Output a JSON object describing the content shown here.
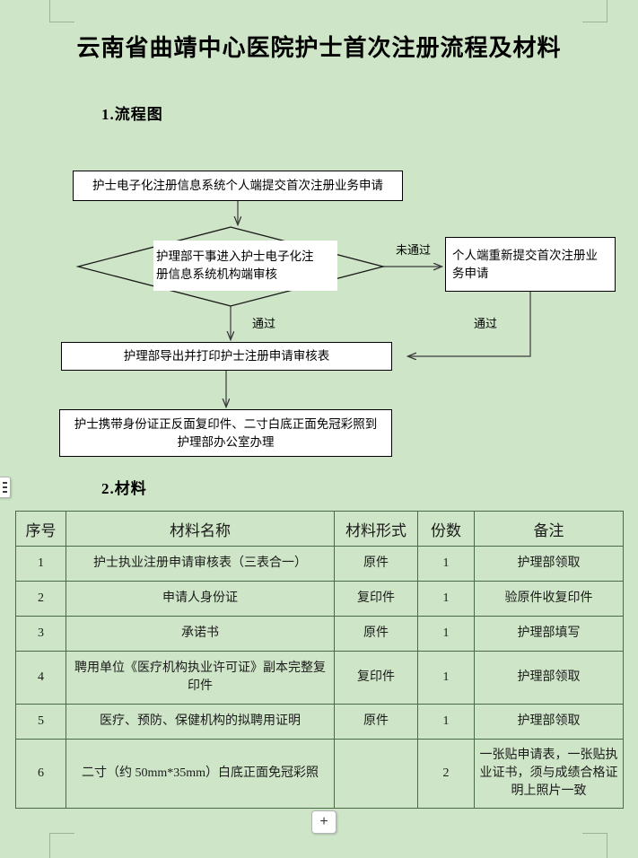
{
  "document": {
    "title": "云南省曲靖中心医院护士首次注册流程及材料",
    "background_color": "#cee5c7",
    "section1_heading": "1.流程图",
    "section2_heading": "2.材料"
  },
  "flowchart": {
    "nodes": [
      {
        "id": "submit",
        "type": "process",
        "text": "护士电子化注册信息系统个人端提交首次注册业务申请"
      },
      {
        "id": "review",
        "type": "decision",
        "line1": "护理部干事进入护士电子化注",
        "line2": "册信息系统机构端审核"
      },
      {
        "id": "resubmit",
        "type": "process",
        "line1": "个人端重新提交首次注册业",
        "line2": "务申请"
      },
      {
        "id": "export",
        "type": "process",
        "text": "护理部导出并打印护士注册申请审核表"
      },
      {
        "id": "bring",
        "type": "process",
        "line1": "护士携带身份证正反面复印件、二寸白底正面免冠彩照到",
        "line2": "护理部办公室办理"
      }
    ],
    "edge_labels": {
      "fail": "未通过",
      "pass_left": "通过",
      "pass_right": "通过"
    }
  },
  "materials_table": {
    "headers": [
      "序号",
      "材料名称",
      "材料形式",
      "份数",
      "备注"
    ],
    "rows": [
      {
        "idx": "1",
        "name": "护士执业注册申请审核表（三表合一）",
        "form": "原件",
        "count": "1",
        "note": "护理部领取"
      },
      {
        "idx": "2",
        "name": "申请人身份证",
        "form": "复印件",
        "count": "1",
        "note": "验原件收复印件"
      },
      {
        "idx": "3",
        "name": "承诺书",
        "form": "原件",
        "count": "1",
        "note": "护理部填写"
      },
      {
        "idx": "4",
        "name": "聘用单位《医疗机构执业许可证》副本完整复印件",
        "form": "复印件",
        "count": "1",
        "note": "护理部领取"
      },
      {
        "idx": "5",
        "name": "医疗、预防、保健机构的拟聘用证明",
        "form": "原件",
        "count": "1",
        "note": "护理部领取"
      },
      {
        "idx": "6",
        "name": "二寸（约 50mm*35mm）白底正面免冠彩照",
        "form": "",
        "count": "2",
        "note": "一张贴申请表，一张贴执业证书，须与成绩合格证明上照片一致"
      }
    ]
  },
  "widgets": {
    "add_row_label": "+"
  }
}
